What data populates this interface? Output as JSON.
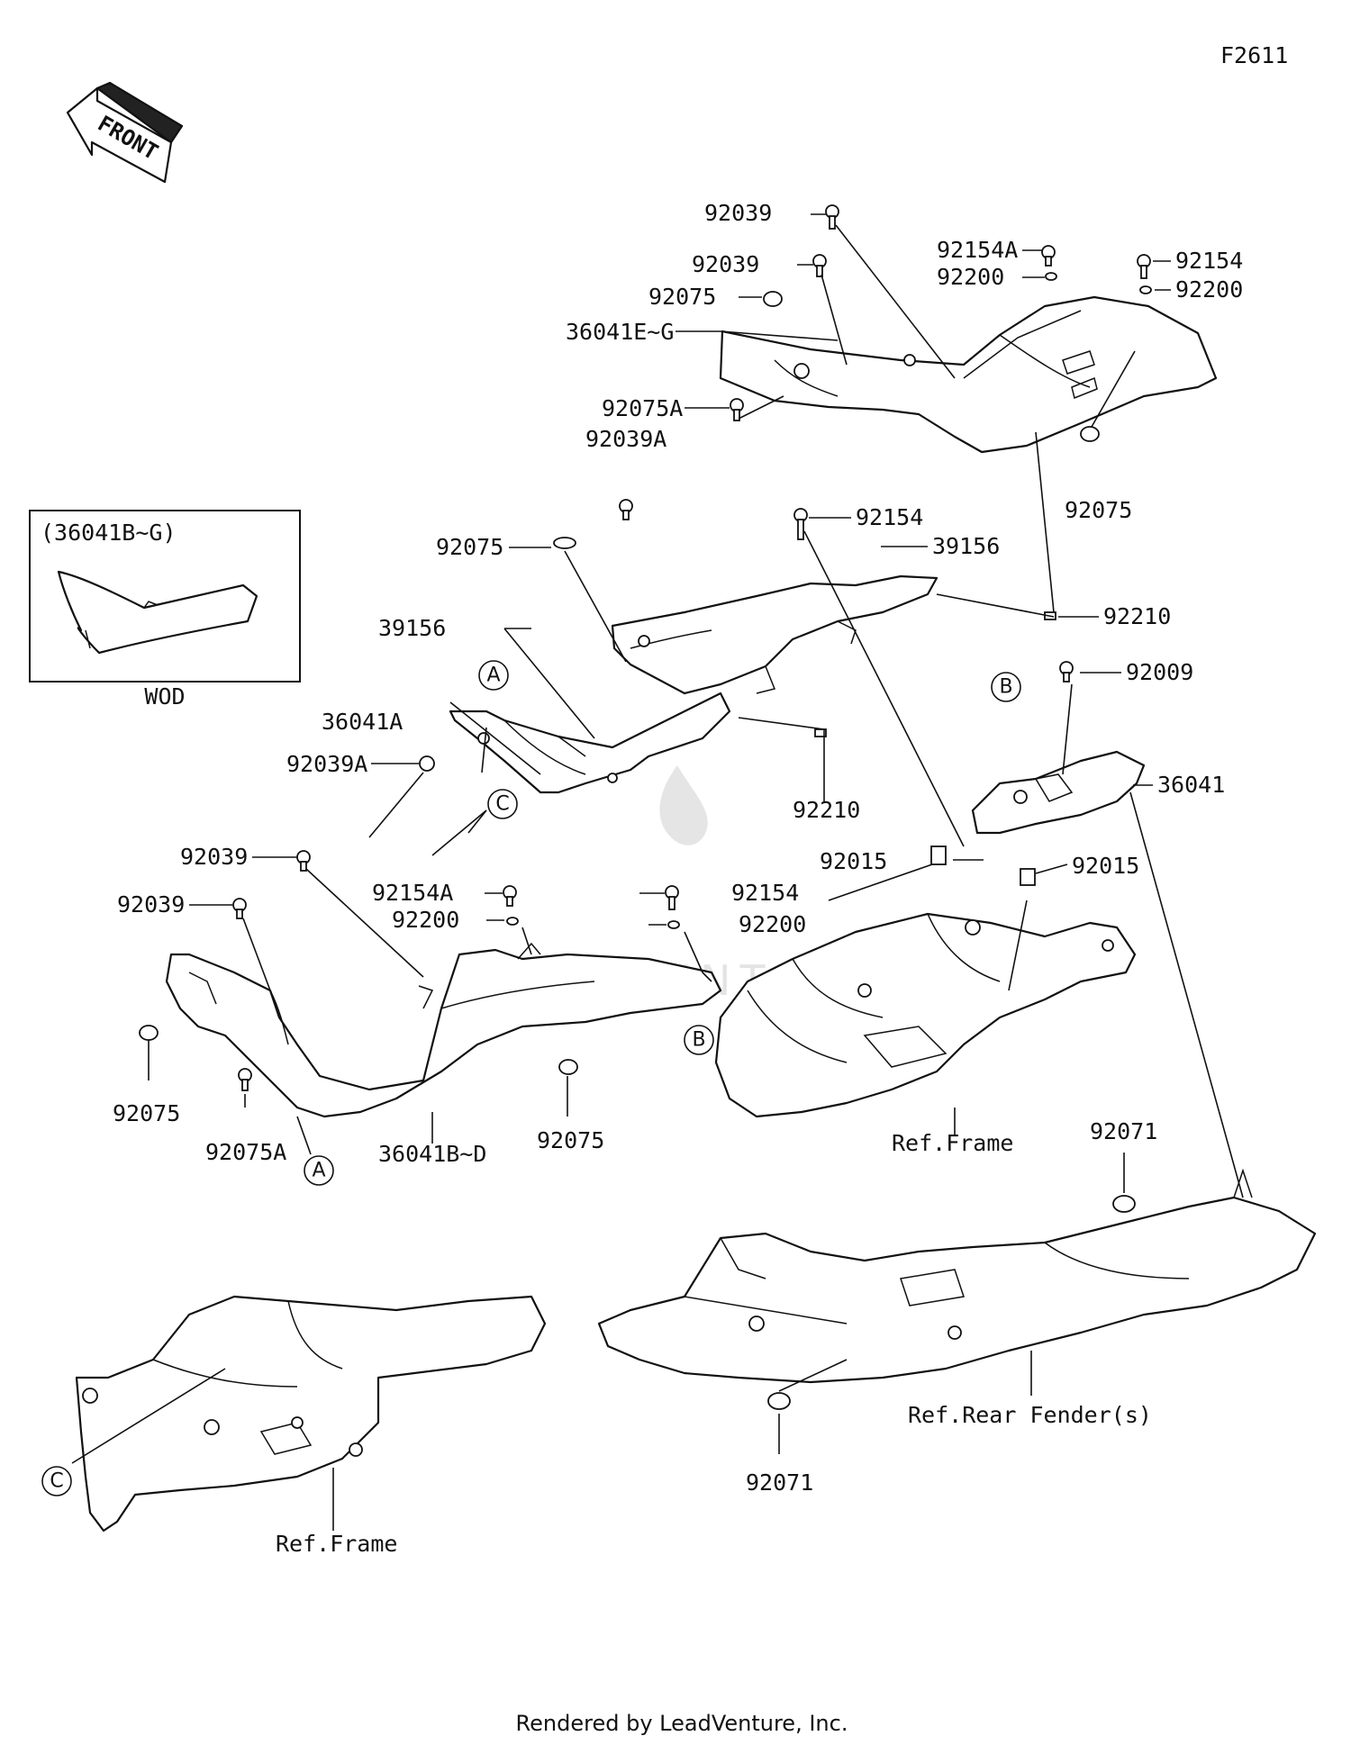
{
  "figure_code": "F2611",
  "front_arrow_text": "FRONT",
  "inset": {
    "title": "(36041B~G)",
    "caption": "WOD"
  },
  "watermark_text": "LEADVENTURE",
  "footer": "Rendered by LeadVenture, Inc.",
  "part_labels": [
    "92039",
    "92154A",
    "92154",
    "92200",
    "92039",
    "92200",
    "92075",
    "36041E~G",
    "92075A",
    "92039A",
    "92075",
    "92154",
    "39156",
    "92075",
    "92210",
    "39156",
    "36041A",
    "92039A",
    "92210",
    "92009",
    "36041",
    "92015",
    "92015",
    "92154A",
    "92200",
    "92154",
    "92200",
    "92039",
    "92039",
    "92075",
    "92075A",
    "36041B~D",
    "92075",
    "92071",
    "92071"
  ],
  "ref_labels": [
    "Ref.Frame",
    "Ref.Rear Fender(s)",
    "Ref.Frame"
  ],
  "circle_markers": [
    "A",
    "C",
    "B",
    "A",
    "B",
    "C"
  ]
}
